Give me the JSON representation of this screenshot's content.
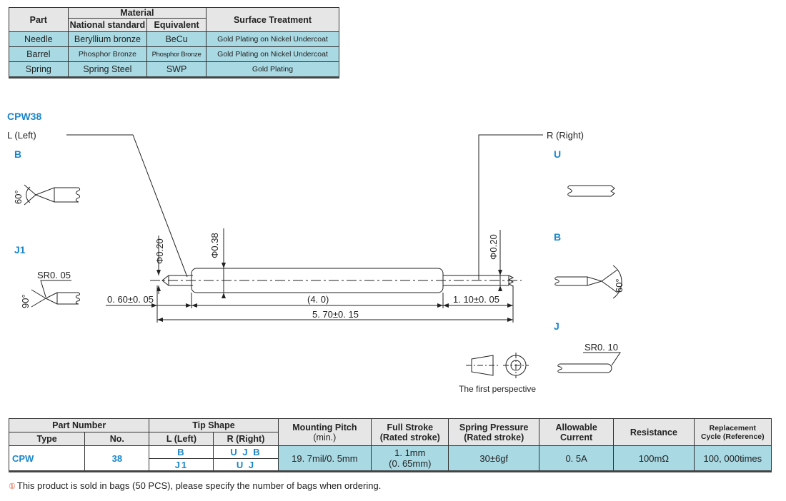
{
  "material_table": {
    "headers": {
      "part": "Part",
      "material": "Material",
      "national_standard": "National standard",
      "equivalent": "Equivalent",
      "surface_treatment": "Surface Treatment"
    },
    "rows": [
      {
        "part": "Needle",
        "national_standard": "Beryllium bronze",
        "equivalent": "BeCu",
        "surface_treatment": "Gold Plating on Nickel Undercoat"
      },
      {
        "part": "Barrel",
        "national_standard": "Phosphor Bronze",
        "equivalent": "Phosphor Bronze",
        "surface_treatment": "Gold Plating on Nickel Undercoat"
      },
      {
        "part": "Spring",
        "national_standard": "Spring Steel",
        "equivalent": "SWP",
        "surface_treatment": "Gold Plating"
      }
    ]
  },
  "drawing": {
    "model": "CPW38",
    "left_label": "L (Left)",
    "right_label": "R (Right)",
    "tips_left": [
      {
        "code": "B",
        "angle": "60°"
      },
      {
        "code": "J1",
        "radius": "SR0. 05",
        "angle": "90°"
      }
    ],
    "tips_right": [
      {
        "code": "U"
      },
      {
        "code": "B",
        "angle": "60°"
      },
      {
        "code": "J",
        "radius": "SR0. 10"
      }
    ],
    "dims": {
      "dia_left": "Φ0.20",
      "dia_body": "Φ0.38",
      "dia_right": "Φ0.20",
      "left_len": "0. 60±0. 05",
      "body_len": "(4. 0)",
      "right_len": "1. 10±0. 05",
      "total_len": "5. 70±0. 15"
    },
    "projection_caption": "The first perspective"
  },
  "part_table": {
    "headers": {
      "part_number": "Part Number",
      "type": "Type",
      "no": "No.",
      "tip_shape": "Tip Shape",
      "left": "L (Left)",
      "right": "R (Right)",
      "mounting_pitch": "Mounting Pitch",
      "mounting_pitch_sub": "(min.)",
      "full_stroke": "Full Stroke",
      "full_stroke_sub": "(Rated stroke)",
      "spring_pressure": "Spring Pressure",
      "spring_pressure_sub": "(Rated stroke)",
      "allowable": "Allowable",
      "allowable_sub": "Current",
      "resistance": "Resistance",
      "replacement": "Replacement",
      "replacement_sub": "Cycle (Reference)"
    },
    "row": {
      "type": "CPW",
      "no": "38",
      "left_1": "B",
      "right_1": "U J B",
      "left_2": "J1",
      "right_2": "U J",
      "mounting_pitch": "19. 7mil/0. 5mm",
      "full_stroke_1": "1. 1mm",
      "full_stroke_2": "(0. 65mm)",
      "spring_pressure": "30±6gf",
      "allowable_current": "0. 5A",
      "resistance": "100mΩ",
      "replacement_cycle": "100, 000times"
    }
  },
  "note": {
    "mark": "①",
    "text": "This product is sold in bags (50 PCS), please specify the number of bags when ordering."
  },
  "colors": {
    "accent_blue": "#1a86c8",
    "cell_fill": "#a9d9e3",
    "header_fill": "#e6e6e6",
    "note_mark": "#e04a2a"
  }
}
